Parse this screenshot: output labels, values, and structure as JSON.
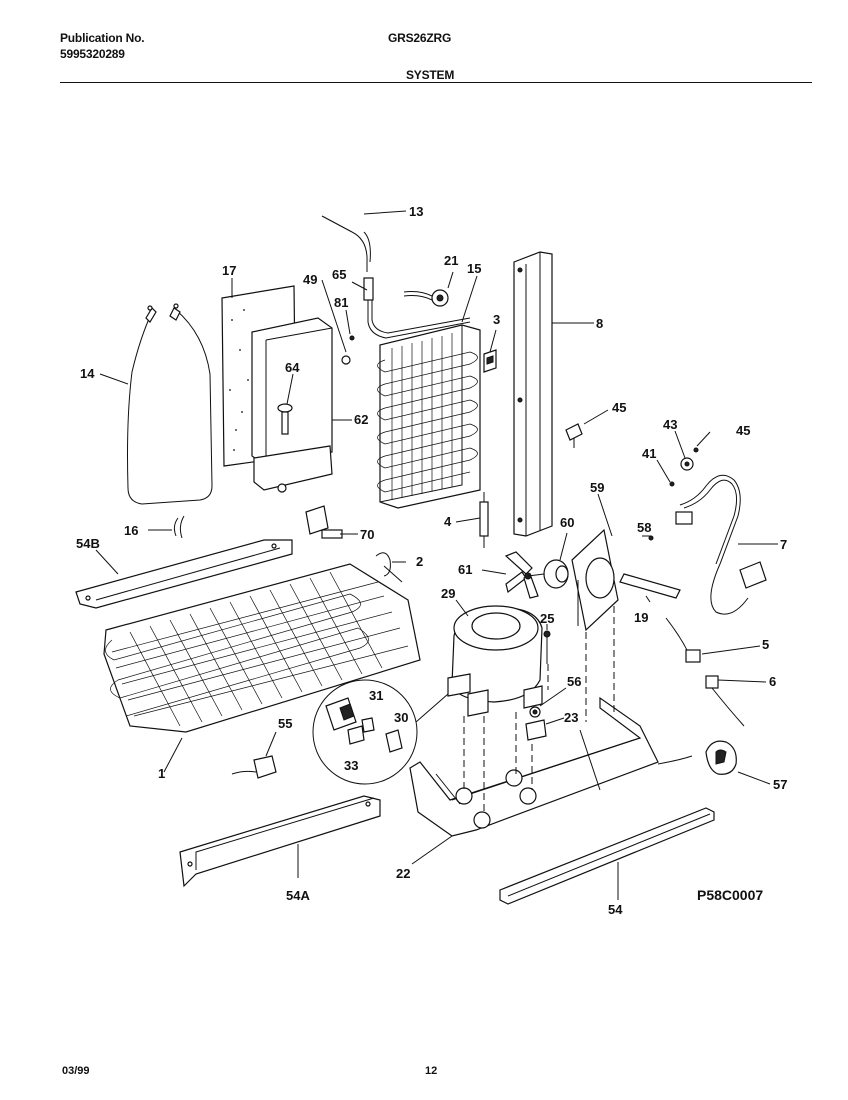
{
  "header": {
    "publication_label": "Publication No.",
    "publication_number": "5995320289",
    "model": "GRS26ZRG",
    "section": "SYSTEM"
  },
  "diagram_code": "P58C0007",
  "footer": {
    "date": "03/99",
    "page": "12"
  },
  "callouts": {
    "c13": "13",
    "c17": "17",
    "c49": "49",
    "c65": "65",
    "c21": "21",
    "c15": "15",
    "c81": "81",
    "c3": "3",
    "c8": "8",
    "c14": "14",
    "c64": "64",
    "c62": "62",
    "c45a": "45",
    "c43": "43",
    "c45b": "45",
    "c41": "41",
    "c59": "59",
    "c16": "16",
    "c70": "70",
    "c4": "4",
    "c60": "60",
    "c58": "58",
    "c7": "7",
    "c54B": "54B",
    "c2": "2",
    "c61": "61",
    "c29": "29",
    "c25": "25",
    "c19": "19",
    "c5": "5",
    "c31": "31",
    "c56": "56",
    "c6": "6",
    "c30": "30",
    "c55": "55",
    "c23": "23",
    "c33": "33",
    "c1": "1",
    "c57": "57",
    "c22": "22",
    "c54A": "54A",
    "c54": "54"
  }
}
